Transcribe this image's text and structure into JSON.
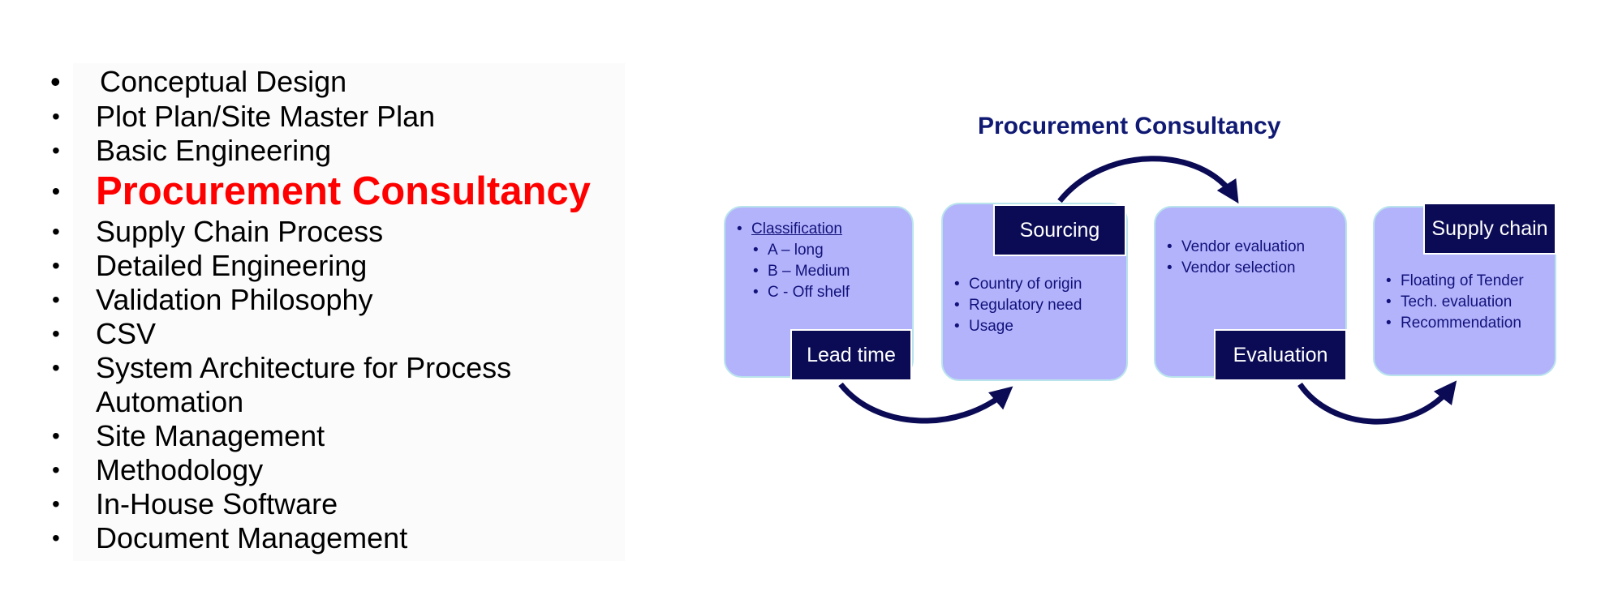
{
  "services": {
    "items": [
      {
        "label": "Conceptual Design"
      },
      {
        "label": "Plot Plan/Site Master Plan"
      },
      {
        "label": "Basic Engineering"
      },
      {
        "label": "Procurement Consultancy"
      },
      {
        "label": "Supply Chain Process"
      },
      {
        "label": "Detailed Engineering"
      },
      {
        "label": "Validation Philosophy"
      },
      {
        "label": "CSV"
      },
      {
        "label": "System Architecture for Process",
        "label2": "Automation"
      },
      {
        "label": "Site Management"
      },
      {
        "label": "Methodology"
      },
      {
        "label": "In-House Software"
      },
      {
        "label": "Document Management"
      }
    ],
    "highlight_color": "#ff0000"
  },
  "diagram": {
    "title": "Procurement Consultancy",
    "title_color": "#101a73",
    "box_color": "#b3b3fc",
    "tag_color": "#0b0b55",
    "arrow_color": "#0b0b55",
    "stages": [
      {
        "tag": "Lead time",
        "items": [
          "Classification",
          "A – long",
          "B – Medium",
          "C - Off  shelf"
        ]
      },
      {
        "tag": "Sourcing",
        "items": [
          "Country  of origin",
          "Regulatory need",
          "Usage"
        ]
      },
      {
        "tag": "Evaluation",
        "items": [
          "Vendor evaluation",
          "Vendor selection"
        ]
      },
      {
        "tag": "Supply chain",
        "items": [
          "Floating of Tender",
          "Tech. evaluation",
          "Recommendation"
        ]
      }
    ]
  }
}
